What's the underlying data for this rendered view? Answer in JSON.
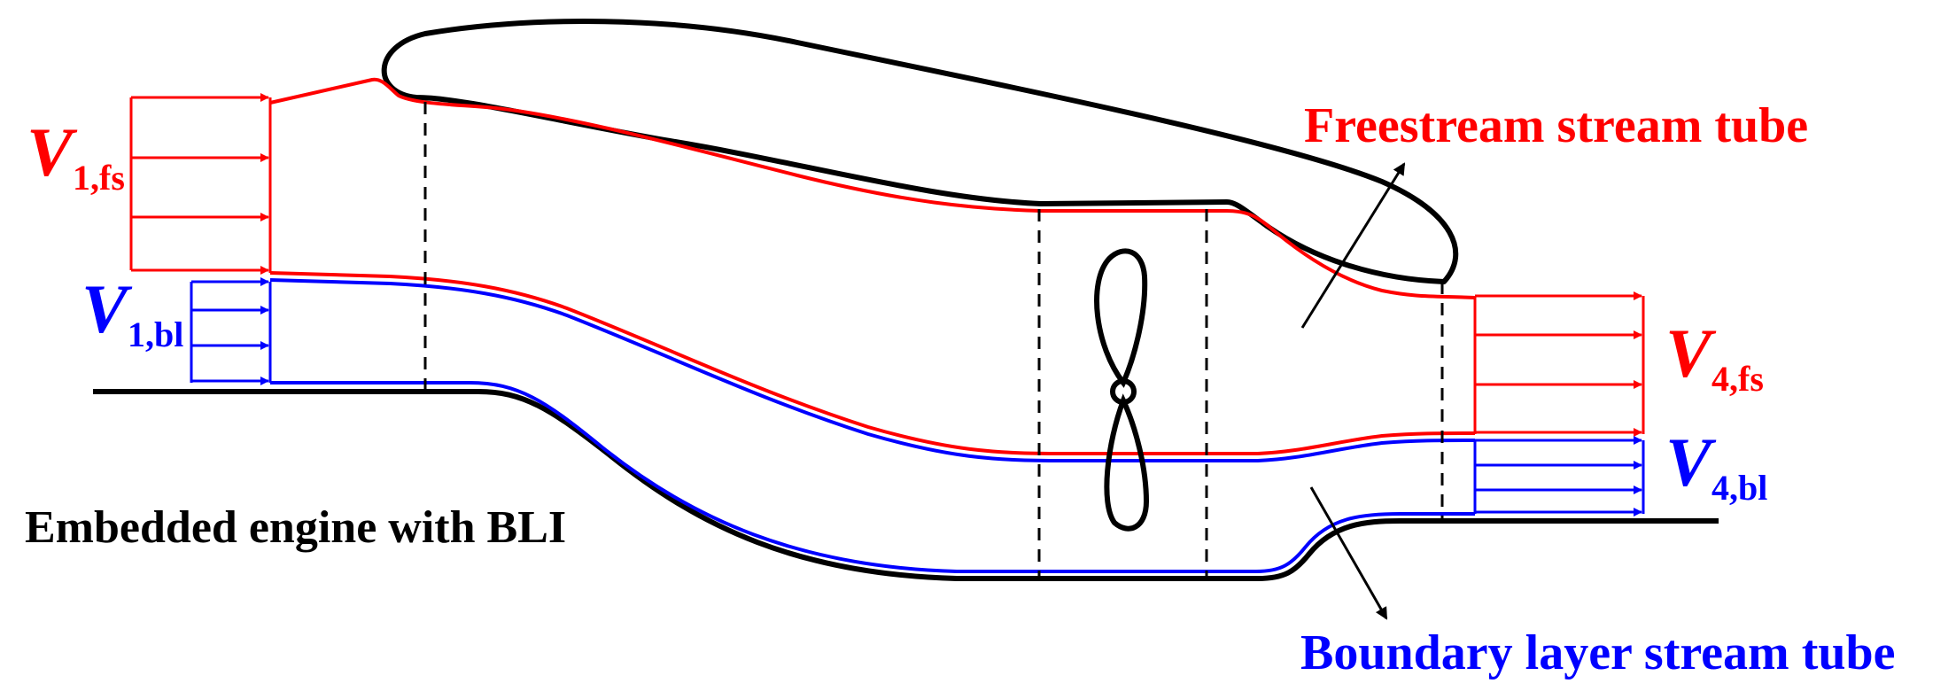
{
  "colors": {
    "freestream": "#ff0000",
    "boundary_layer": "#0000ff",
    "geometry": "#000000"
  },
  "labels": {
    "v1fs": {
      "main": "V",
      "sub": "1,fs"
    },
    "v1bl": {
      "main": "V",
      "sub": "1,bl"
    },
    "v4fs": {
      "main": "V",
      "sub": "4,fs"
    },
    "v4bl": {
      "main": "V",
      "sub": "4,bl"
    }
  },
  "captions": {
    "freestream_tube": "Freestream stream tube",
    "boundary_layer_tube": "Boundary layer stream tube",
    "engine": "Embedded engine with BLI"
  }
}
